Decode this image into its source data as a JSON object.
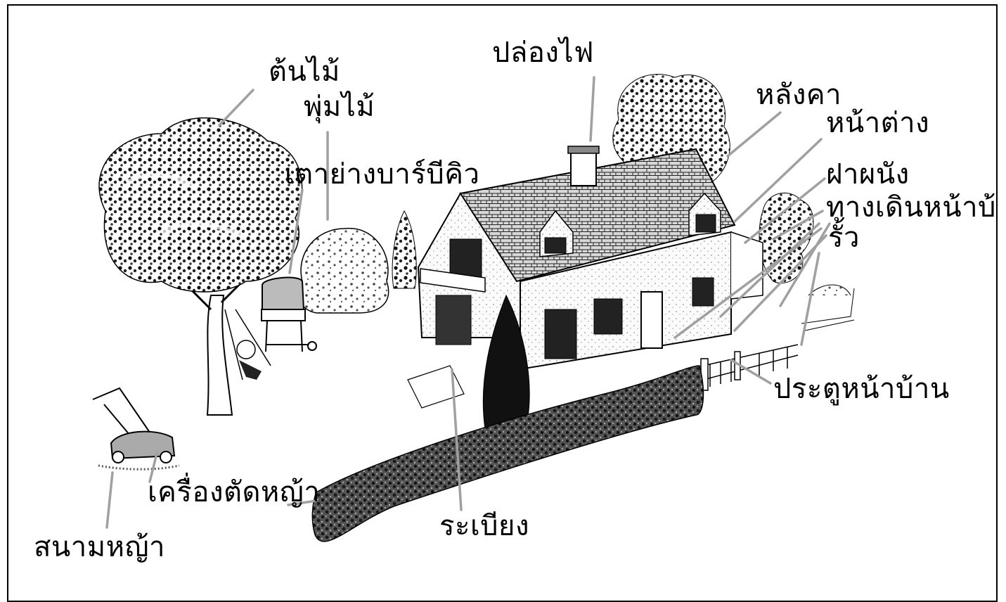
{
  "labels": {
    "tree": "ต้นไม้",
    "bush": "พุ่มไม้",
    "bbq": "เตาย่างบาร์บีคิว",
    "chimney": "ปล่องไฟ",
    "roof": "หลังคา",
    "window": "หน้าต่าง",
    "wall": "ฝาผนัง",
    "path": "ทางเดินหน้าบ้าน",
    "fence": "รั้ว",
    "gate": "ประตูหน้าบ้าน",
    "terrace": "ระเบียง",
    "mower": "เครื่องตัดหญ้า",
    "lawn": "สนามหญ้า"
  },
  "colors": {
    "ink": "#000000",
    "leader": "#a0a0a0",
    "paper": "#ffffff"
  }
}
